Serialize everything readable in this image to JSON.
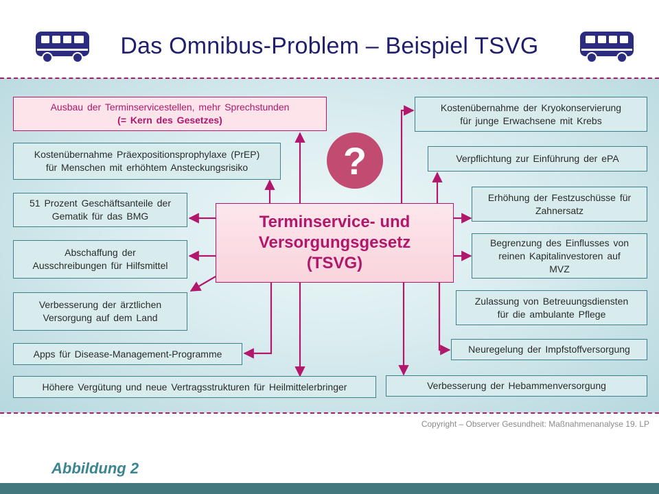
{
  "slide": {
    "title": "Das Omnibus-Problem – Beispiel TSVG",
    "copyright": "Copyright – Observer Gesundheit: Maßnahmenanalyse 19. LP",
    "caption": "Abbildung 2"
  },
  "center": {
    "lines": [
      "Terminservice- und",
      "Versorgungsgesetz",
      "(TSVG)"
    ]
  },
  "question_mark": "?",
  "left_boxes": [
    {
      "lines": [
        "Ausbau der Terminservicestellen,  mehr Sprechstunden",
        "(= Kern des Gesetzes)"
      ]
    },
    {
      "lines": [
        "Kostenübernahme  Präexpositionsprophylaxe (PrEP)",
        "für Menschen mit erhöhtem Ansteckungsrisiko"
      ]
    },
    {
      "lines": [
        "51 Prozent  Geschäftsanteile der",
        "Gematik für das BMG"
      ]
    },
    {
      "lines": [
        "Abschaffung der",
        "Ausschreibungen für Hilfsmittel"
      ]
    },
    {
      "lines": [
        "Verbesserung der ärztlichen",
        "Versorgung auf dem Land"
      ]
    },
    {
      "lines": [
        "Apps für Disease-Management-Programme"
      ]
    },
    {
      "lines": [
        "Höhere Vergütung und neue Vertragsstrukturen  für Heilmittelerbringer"
      ]
    }
  ],
  "right_boxes": [
    {
      "lines": [
        "Kostenübernahme  der Kryokonservierung",
        "für junge Erwachsene mit Krebs"
      ]
    },
    {
      "lines": [
        "Verpflichtung  zur Einführung  der ePA"
      ]
    },
    {
      "lines": [
        "Erhöhung der Festzuschüsse  für",
        "Zahnersatz"
      ]
    },
    {
      "lines": [
        "Begrenzung  des Einflusses von",
        "reinen Kapitalinvestoren auf",
        "MVZ"
      ]
    },
    {
      "lines": [
        "Zulassung  von Betreuungsdiensten",
        "für die ambulante  Pflege"
      ]
    },
    {
      "lines": [
        "Neuregelung  der Impfstoffversorgung"
      ]
    },
    {
      "lines": [
        "Verbesserung der Hebammenversorgung"
      ]
    }
  ],
  "colors": {
    "title": "#1f1f6e",
    "accent": "#b1176b",
    "box_border": "#3d7f8c",
    "box_fill": "#d8ecee",
    "footer": "#44787f"
  },
  "icons": [
    "bus-icon",
    "question-mark-icon"
  ]
}
